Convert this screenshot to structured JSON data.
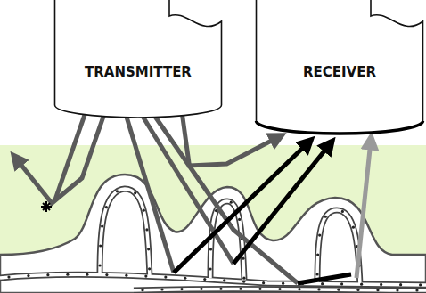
{
  "diagram": {
    "nodes": [
      {
        "text": [
          "TRANSMITTER"
        ]
      },
      {
        "text": [
          "RECEIVER"
        ]
      }
    ],
    "edges": [
      {
        "from": 0,
        "to": 1,
        "arrow": "to"
      }
    ]
  }
}
